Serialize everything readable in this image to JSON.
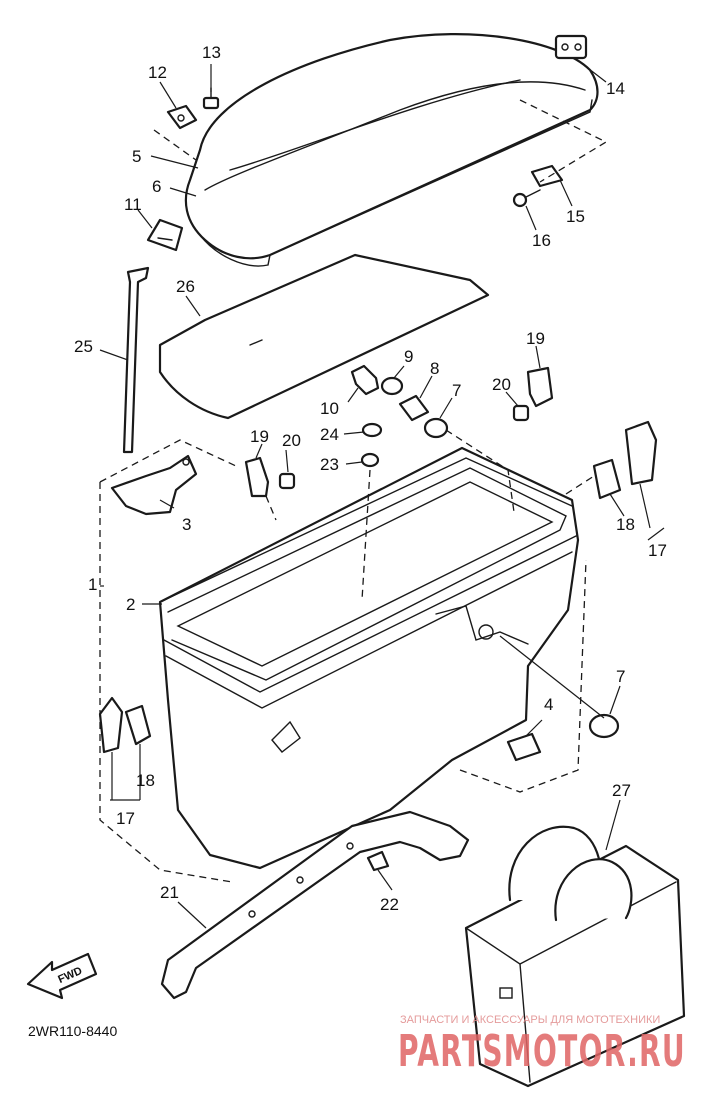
{
  "diagram": {
    "callouts": [
      {
        "id": "c1",
        "text": "1"
      },
      {
        "id": "c2",
        "text": "2"
      },
      {
        "id": "c3",
        "text": "3"
      },
      {
        "id": "c4",
        "text": "4"
      },
      {
        "id": "c5",
        "text": "5"
      },
      {
        "id": "c6",
        "text": "6"
      },
      {
        "id": "c7a",
        "text": "7"
      },
      {
        "id": "c7b",
        "text": "7"
      },
      {
        "id": "c8",
        "text": "8"
      },
      {
        "id": "c9",
        "text": "9"
      },
      {
        "id": "c10",
        "text": "10"
      },
      {
        "id": "c11",
        "text": "11"
      },
      {
        "id": "c12",
        "text": "12"
      },
      {
        "id": "c13",
        "text": "13"
      },
      {
        "id": "c14",
        "text": "14"
      },
      {
        "id": "c15",
        "text": "15"
      },
      {
        "id": "c16",
        "text": "16"
      },
      {
        "id": "c17a",
        "text": "17"
      },
      {
        "id": "c17b",
        "text": "17"
      },
      {
        "id": "c18a",
        "text": "18"
      },
      {
        "id": "c18b",
        "text": "18"
      },
      {
        "id": "c19a",
        "text": "19"
      },
      {
        "id": "c19b",
        "text": "19"
      },
      {
        "id": "c20a",
        "text": "20"
      },
      {
        "id": "c20b",
        "text": "20"
      },
      {
        "id": "c21",
        "text": "21"
      },
      {
        "id": "c22",
        "text": "22"
      },
      {
        "id": "c23",
        "text": "23"
      },
      {
        "id": "c24",
        "text": "24"
      },
      {
        "id": "c25",
        "text": "25"
      },
      {
        "id": "c26",
        "text": "26"
      },
      {
        "id": "c27",
        "text": "27"
      }
    ],
    "drawing_code": "2WR110-8440",
    "fwd_label": "FWD"
  },
  "watermark": {
    "line1": "ЗАПЧАСТИ И АКСЕССУАРЫ ДЛЯ МОТОТЕХНИКИ",
    "line2": "PARTSMOTOR.RU",
    "color": "#e06464"
  }
}
